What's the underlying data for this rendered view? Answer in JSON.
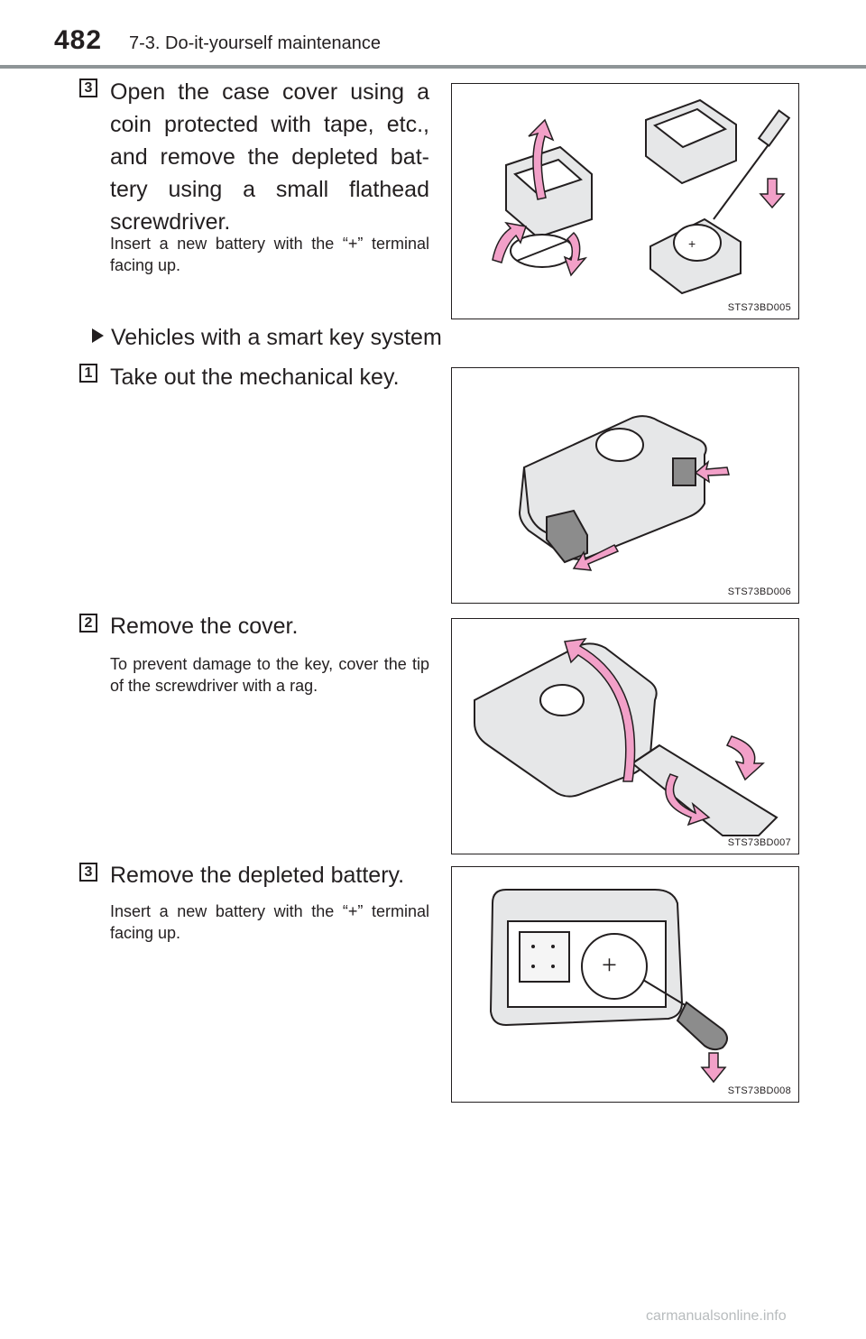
{
  "header": {
    "page_number": "482",
    "section_title": "7-3. Do-it-yourself maintenance"
  },
  "blocks": [
    {
      "step": "3",
      "main_text": "Open the case cover using a coin protected with tape, etc., and remove the depleted bat-tery using a small flathead screwdriver.",
      "note_text": "Insert a new battery with the “+” terminal facing up.",
      "figure_code": "STS73BD005"
    },
    {
      "heading": "Vehicles with a smart key system"
    },
    {
      "step": "1",
      "main_text": "Take out the mechanical key.",
      "figure_code": "STS73BD006"
    },
    {
      "step": "2",
      "main_text": "Remove the cover.",
      "note_text": "To prevent damage to the key, cover the tip of the screwdriver with a rag.",
      "figure_code": "STS73BD007"
    },
    {
      "step": "3",
      "main_text": "Remove the depleted battery.",
      "note_text": "Insert a new battery with the “+” terminal facing up.",
      "figure_code": "STS73BD008"
    }
  ],
  "watermark": "carmanualsonline.info",
  "colors": {
    "arrow_pink": "#f2a0c8",
    "rule_gray": "#8e9597",
    "key_gray": "#e6e7e8"
  }
}
